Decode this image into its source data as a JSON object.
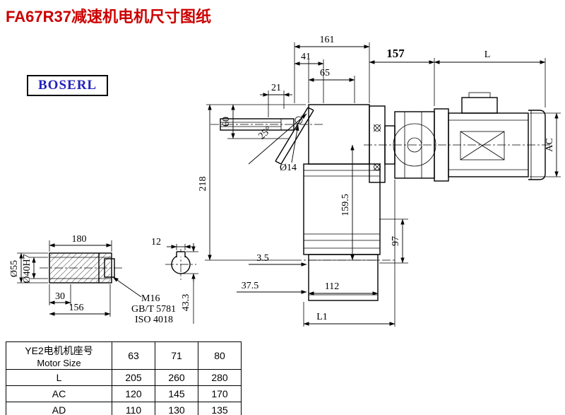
{
  "page_title": "FA67R37减速机电机尺寸图纸",
  "brand": "BOSERL",
  "main_drawing": {
    "dim_161": "161",
    "dim_41": "41",
    "dim_65": "65",
    "dim_21": "21",
    "dim_157": "157",
    "dim_L": "L",
    "dim_60": "60",
    "dim_218": "218",
    "dim_dia14": "Ø14",
    "dim_angle": "25°",
    "dim_AC": "AC",
    "dim_159_5": "159.5",
    "dim_97": "97",
    "dim_3_5": "3.5",
    "dim_37_5": "37.5",
    "dim_112": "112",
    "dim_L1": "L1"
  },
  "shaft_detail": {
    "dim_180": "180",
    "dim_12": "12",
    "dim_dia55": "Ø55",
    "dim_dia40": "Ø40H7",
    "dim_30": "30",
    "dim_156": "156",
    "dim_43_3": "43.3",
    "note_thread": "M16",
    "note_std1": "GB/T 5781",
    "note_std2": "ISO 4018"
  },
  "table": {
    "header_cn": "YE2电机机座号",
    "header_en": "Motor Size",
    "sizes": [
      "63",
      "71",
      "80"
    ],
    "rows": [
      {
        "label": "L",
        "values": [
          "205",
          "260",
          "280"
        ]
      },
      {
        "label": "AC",
        "values": [
          "120",
          "145",
          "170"
        ]
      },
      {
        "label": "AD",
        "values": [
          "110",
          "130",
          "135"
        ]
      }
    ]
  }
}
